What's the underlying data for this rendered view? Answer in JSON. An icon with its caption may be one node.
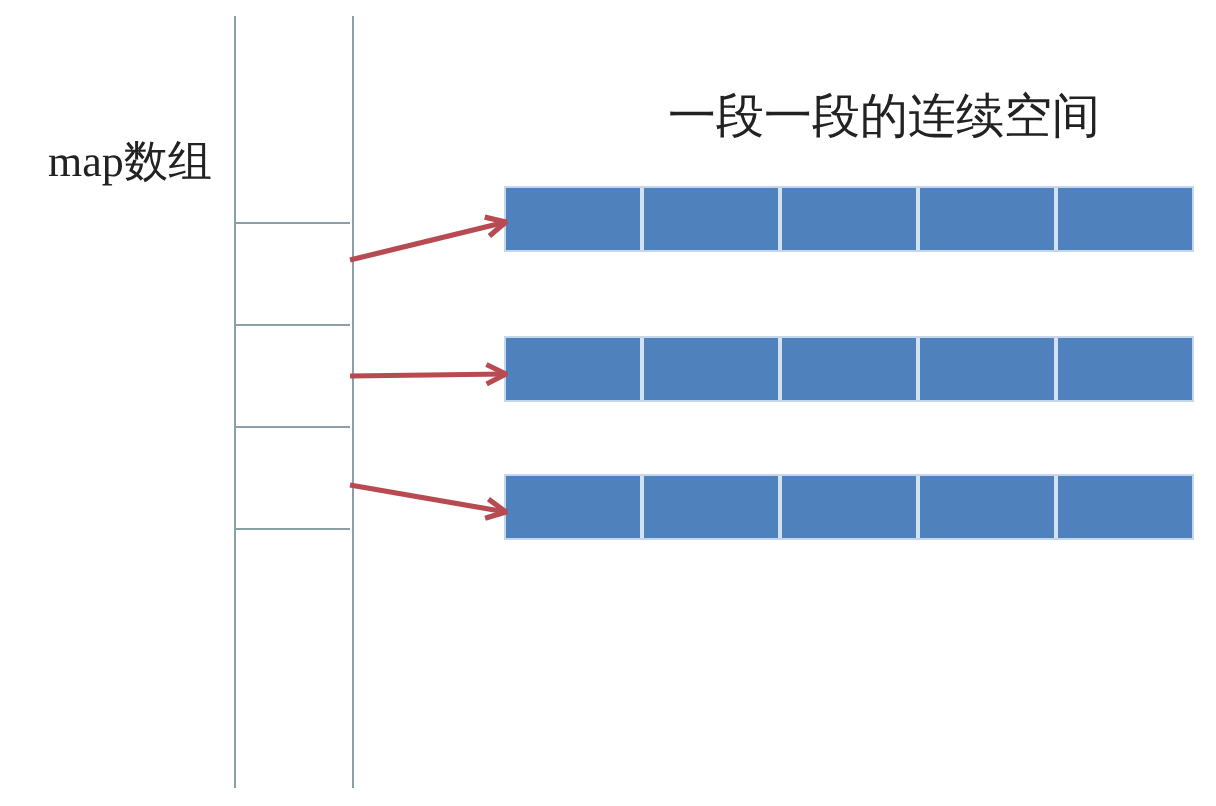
{
  "diagram": {
    "nodes": [
      {
        "text": [],
        "shape": "box",
        "beside": [
          "map数组"
        ]
      },
      {
        "text": [],
        "shape": "box",
        "in": 0
      },
      {
        "text": [],
        "shape": "box",
        "in": 0
      },
      {
        "text": [],
        "shape": "box",
        "in": 0
      },
      {
        "text": [],
        "shape": "bar"
      },
      {
        "text": [],
        "shape": "box",
        "in": 4
      },
      {
        "text": [],
        "shape": "box",
        "in": 4
      },
      {
        "text": [],
        "shape": "box",
        "in": 4
      },
      {
        "text": [],
        "shape": "box",
        "in": 4
      },
      {
        "text": [],
        "shape": "box",
        "in": 4
      },
      {
        "text": [],
        "shape": "bar"
      },
      {
        "text": [],
        "shape": "box",
        "in": 10
      },
      {
        "text": [],
        "shape": "box",
        "in": 10
      },
      {
        "text": [],
        "shape": "box",
        "in": 10
      },
      {
        "text": [],
        "shape": "box",
        "in": 10
      },
      {
        "text": [],
        "shape": "box",
        "in": 10
      },
      {
        "text": [],
        "shape": "bar"
      },
      {
        "text": [],
        "shape": "box",
        "in": 16
      },
      {
        "text": [],
        "shape": "box",
        "in": 16
      },
      {
        "text": [],
        "shape": "box",
        "in": 16
      },
      {
        "text": [],
        "shape": "box",
        "in": 16
      },
      {
        "text": [],
        "shape": "box",
        "in": 16
      }
    ],
    "edges": [
      {
        "from": 1,
        "to": 4,
        "arrow": "to"
      },
      {
        "from": 2,
        "to": 10,
        "arrow": "to"
      },
      {
        "from": 3,
        "to": 16,
        "arrow": "to"
      }
    ],
    "labels": [
      "一段一段的连续空间"
    ]
  }
}
